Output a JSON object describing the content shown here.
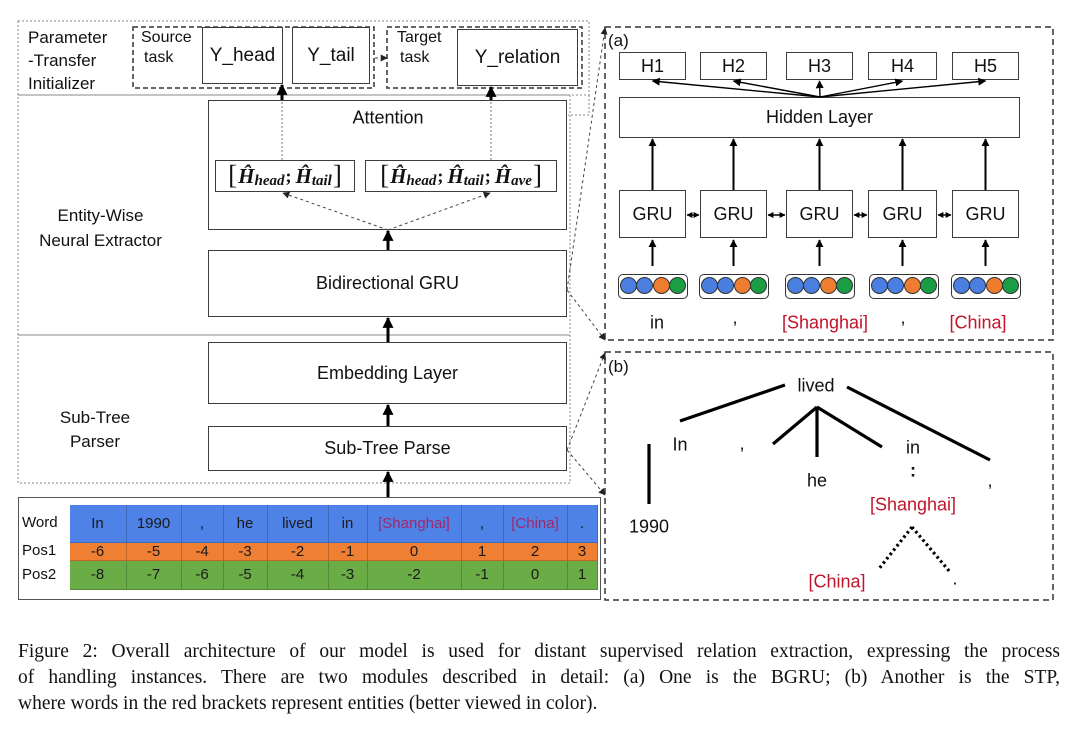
{
  "figure": {
    "parameter_transfer": {
      "label_lines": [
        "Parameter",
        "-Transfer",
        "Initializer"
      ],
      "source_task_lines": [
        "Source",
        "task"
      ],
      "y_head": "Y_head",
      "y_tail": "Y_tail",
      "target_task_lines": [
        "Target",
        "task"
      ],
      "y_relation": "Y_relation"
    },
    "entity_wise_extractor": {
      "label_lines": [
        "Entity-Wise",
        "Neural Extractor"
      ],
      "attention": "Attention",
      "concat_boxes": [
        {
          "open": "[",
          "close": "]",
          "sep": ";",
          "terms": [
            {
              "sym": "Ĥ",
              "sub": "head"
            },
            {
              "sym": "Ĥ",
              "sub": "tail"
            }
          ]
        },
        {
          "open": "[",
          "close": "]",
          "sep": ";",
          "terms": [
            {
              "sym": "Ĥ",
              "sub": "head"
            },
            {
              "sym": "Ĥ",
              "sub": "tail"
            },
            {
              "sym": "Ĥ",
              "sub": "ave"
            }
          ]
        }
      ],
      "bgru": "Bidirectional GRU"
    },
    "sub_tree_parser": {
      "label_lines": [
        "Sub-Tree",
        "Parser"
      ],
      "embedding_layer": "Embedding Layer",
      "sub_tree_parse": "Sub-Tree Parse"
    },
    "input_table": {
      "row_labels": {
        "word": "Word",
        "pos1": "Pos1",
        "pos2": "Pos2"
      },
      "columns": [
        {
          "word": "In",
          "pos1": -6,
          "pos2": -8,
          "entity": false
        },
        {
          "word": "1990",
          "pos1": -5,
          "pos2": -7,
          "entity": false
        },
        {
          "word": ",",
          "pos1": -4,
          "pos2": -6,
          "entity": false
        },
        {
          "word": "he",
          "pos1": -3,
          "pos2": -5,
          "entity": false
        },
        {
          "word": "lived",
          "pos1": -2,
          "pos2": -4,
          "entity": false
        },
        {
          "word": "in",
          "pos1": -1,
          "pos2": -3,
          "entity": false
        },
        {
          "word": "[Shanghai]",
          "pos1": 0,
          "pos2": -2,
          "entity": true
        },
        {
          "word": ",",
          "pos1": 1,
          "pos2": -1,
          "entity": false
        },
        {
          "word": "[China]",
          "pos1": 2,
          "pos2": 0,
          "entity": true
        },
        {
          "word": ".",
          "pos1": 3,
          "pos2": 1,
          "entity": false
        }
      ]
    },
    "panel_a": {
      "label": "(a)",
      "outputs": [
        "H1",
        "H2",
        "H3",
        "H4",
        "H5"
      ],
      "hidden_layer": "Hidden Layer",
      "rnn_cells": [
        "GRU",
        "GRU",
        "GRU",
        "GRU",
        "GRU"
      ],
      "tokens": [
        {
          "text": "in",
          "entity": false
        },
        {
          "text": ",",
          "entity": false
        },
        {
          "text": "[Shanghai]",
          "entity": true
        },
        {
          "text": ",",
          "entity": false
        },
        {
          "text": "[China]",
          "entity": true
        }
      ]
    },
    "panel_b": {
      "label": "(b)",
      "nodes": [
        {
          "id": "lived",
          "text": "lived",
          "entity": false
        },
        {
          "id": "In",
          "text": "In",
          "entity": false
        },
        {
          "id": "1990",
          "text": "1990",
          "entity": false
        },
        {
          "id": "comma1",
          "text": ",",
          "entity": false
        },
        {
          "id": "he",
          "text": "he",
          "entity": false
        },
        {
          "id": "in",
          "text": "in",
          "entity": false
        },
        {
          "id": "colon",
          "text": ":",
          "entity": false
        },
        {
          "id": "Shanghai",
          "text": "[Shanghai]",
          "entity": true
        },
        {
          "id": "comma2",
          "text": ",",
          "entity": false
        },
        {
          "id": "China",
          "text": "[China]",
          "entity": true
        },
        {
          "id": "period",
          "text": ".",
          "entity": false
        }
      ],
      "edges": [
        {
          "from": "lived",
          "to": "In",
          "style": "solid"
        },
        {
          "from": "lived",
          "to": "comma1",
          "style": "solid"
        },
        {
          "from": "lived",
          "to": "he",
          "style": "solid"
        },
        {
          "from": "lived",
          "to": "in",
          "style": "solid"
        },
        {
          "from": "lived",
          "to": "comma2",
          "style": "solid"
        },
        {
          "from": "In",
          "to": "1990",
          "style": "solid"
        },
        {
          "from": "Shanghai",
          "to": "China",
          "style": "dotted"
        },
        {
          "from": "Shanghai",
          "to": "period",
          "style": "dotted"
        }
      ]
    }
  },
  "colors": {
    "word_row": "#4f82e6",
    "pos1_row": "#ef7f32",
    "pos2_row": "#6aad47",
    "entity_text": "#c0142a",
    "table_entity_text": "#a0286a",
    "embedding_dims": [
      "#4a7ee0",
      "#4a7ee0",
      "#ee7d30",
      "#1a9e45"
    ]
  },
  "caption": {
    "lines": [
      "Figure 2: Overall architecture of our model is used for distant supervised relation extraction, expressing the process",
      "of handling instances.  There are two modules described in detail: (a) One is the BGRU; (b) Another is the STP,",
      "where words in the red brackets represent entities (better viewed in color)."
    ]
  }
}
